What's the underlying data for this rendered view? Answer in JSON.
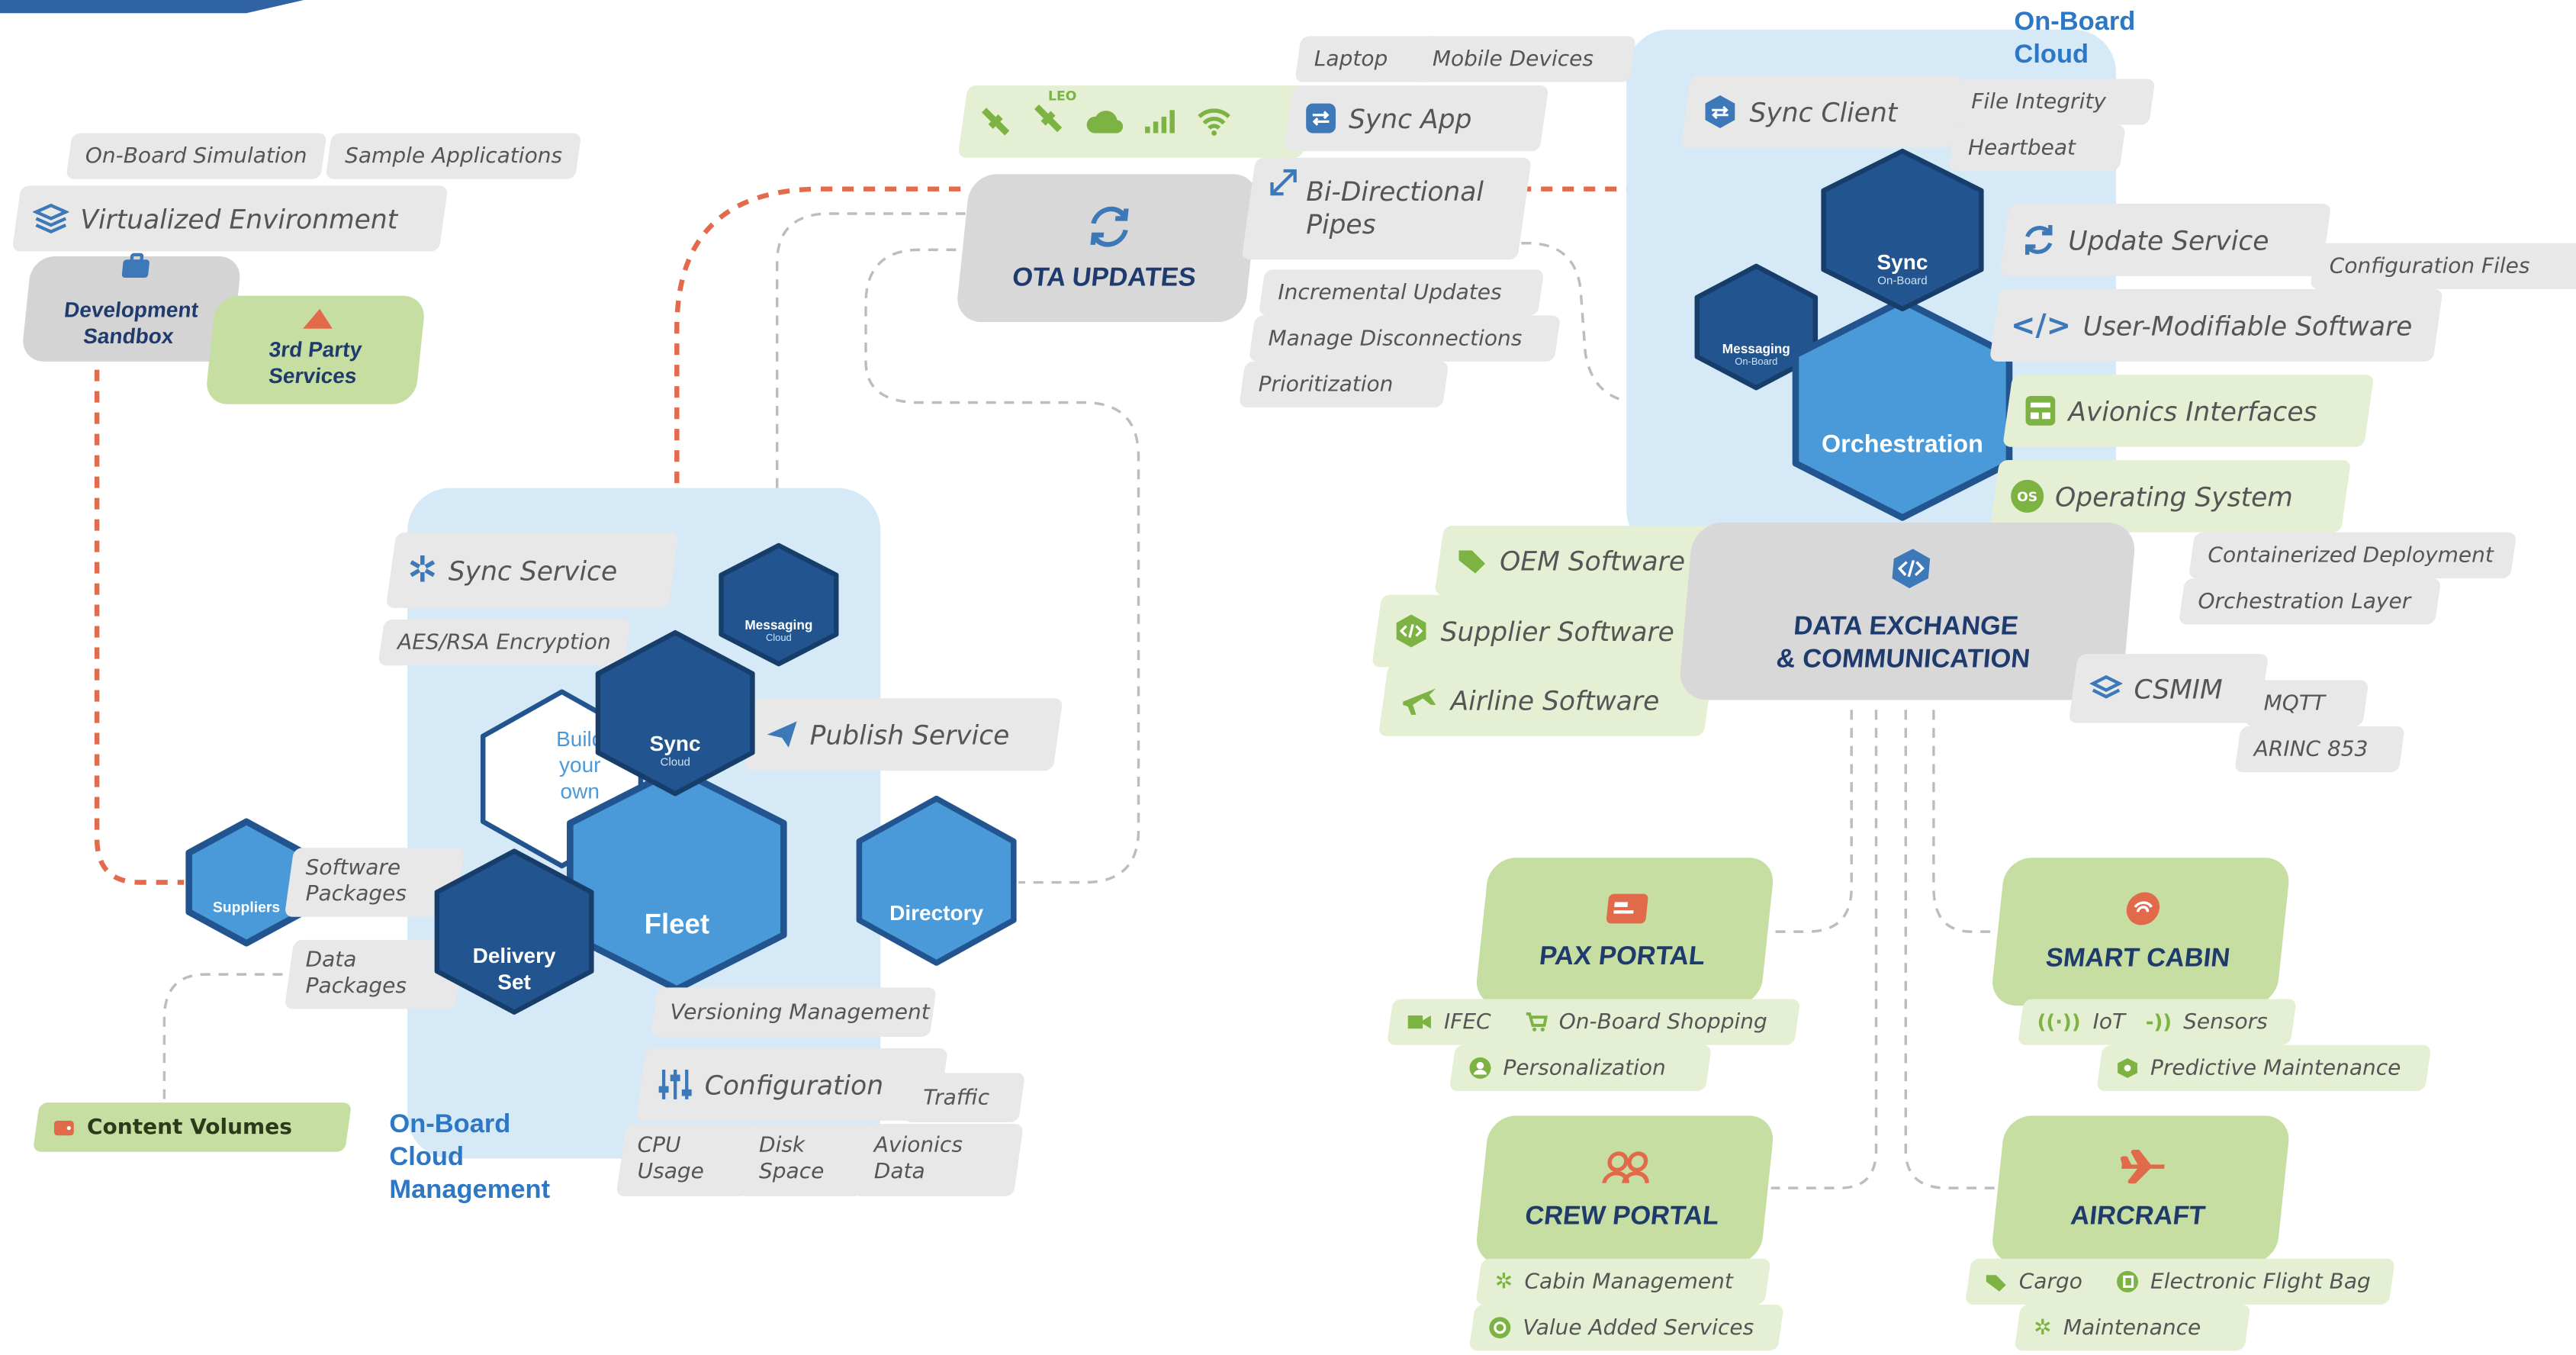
{
  "on_board_cloud_management": {
    "title": "On-Board\nCloud\nManagement",
    "hubs": {
      "fleet": "Fleet",
      "sync": "Sync",
      "sync_sub": "Cloud",
      "messaging": "Messaging",
      "messaging_sub": "Cloud",
      "delivery": "Delivery\nSet",
      "directory": "Directory",
      "suppliers": "Suppliers",
      "build": "Build\nyour\nown"
    },
    "tags": {
      "sync_service": "Sync Service",
      "aes": "AES/RSA Encryption",
      "publish": "Publish Service",
      "software_packages": "Software\nPackages",
      "data_packages": "Data\nPackages",
      "versioning": "Versioning Management",
      "configuration": "Configuration",
      "traffic": "Traffic",
      "cpu": "CPU\nUsage",
      "disk": "Disk\nSpace",
      "avionics_data": "Avionics\nData"
    }
  },
  "left_side": {
    "on_board_simulation": "On-Board Simulation",
    "sample_applications": "Sample Applications",
    "virtualized_environment": "Virtualized Environment",
    "development_sandbox": "Development\nSandbox",
    "third_party": "3rd Party\nServices",
    "content_volumes": "Content Volumes"
  },
  "ota": {
    "title": "OTA UPDATES",
    "laptop": "Laptop",
    "mobile_devices": "Mobile Devices",
    "sync_app": "Sync App",
    "bi_directional": "Bi-Directional\nPipes",
    "incremental": "Incremental Updates",
    "disconnections": "Manage Disconnections",
    "prioritization": "Prioritization",
    "leo_label": "LEO"
  },
  "on_board_cloud": {
    "title": "On-Board\nCloud",
    "sync_client": "Sync Client",
    "file_integrity": "File Integrity",
    "heartbeat": "Heartbeat",
    "update_service": "Update Service",
    "configuration_files": "Configuration Files",
    "user_modifiable": "User-Modifiable Software",
    "avionics_interfaces": "Avionics Interfaces",
    "operating_system": "Operating System",
    "os_icon": "OS",
    "hubs": {
      "sync": "Sync",
      "sync_sub": "On-Board",
      "messaging": "Messaging",
      "messaging_sub": "On-Board",
      "orchestration": "Orchestration"
    }
  },
  "data_exchange": {
    "title": "DATA EXCHANGE\n& COMMUNICATION",
    "oem": "OEM Software",
    "supplier": "Supplier Software",
    "airline": "Airline Software",
    "containerized": "Containerized Deployment",
    "orchestration_layer": "Orchestration Layer",
    "csmim": "CSMIM",
    "mqtt": "MQTT",
    "arinc": "ARINC 853"
  },
  "portals": {
    "pax": {
      "title": "PAX PORTAL",
      "ifec": "IFEC",
      "shopping": "On-Board Shopping",
      "personalization": "Personalization"
    },
    "smart_cabin": {
      "title": "SMART CABIN",
      "iot": "IoT",
      "sensors": "Sensors",
      "predictive": "Predictive Maintenance"
    },
    "crew": {
      "title": "CREW PORTAL",
      "cabin_management": "Cabin Management",
      "value_added": "Value Added Services"
    },
    "aircraft": {
      "title": "AIRCRAFT",
      "cargo": "Cargo",
      "efb": "Electronic Flight Bag",
      "maintenance": "Maintenance"
    }
  },
  "colors": {
    "hex_dark": "#22558f",
    "hex_light": "#4a9ad9",
    "panel_blue": "#d6e9f7",
    "green_card": "#c7dea2",
    "accent_red": "#e06a4a",
    "title_blue": "#2d77c4"
  }
}
